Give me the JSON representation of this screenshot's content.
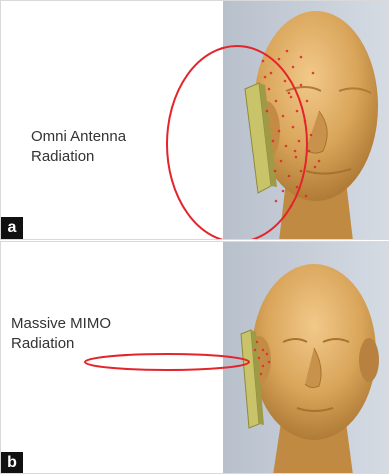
{
  "panels": [
    {
      "label": "a",
      "caption_line1": "Omni Antenna",
      "caption_line2": "Radiation"
    },
    {
      "label": "b",
      "caption_line1": "Massive MIMO",
      "caption_line2": "Radiation"
    }
  ],
  "colors": {
    "head": "#d9a55a",
    "head_shadow": "#a8732f",
    "phone": "#c9c46a",
    "radiation": "#e3242b",
    "background": "#c6cdd7"
  },
  "icons": [
    "head-model",
    "phone-device",
    "radiation-ellipse",
    "radiation-dots"
  ]
}
